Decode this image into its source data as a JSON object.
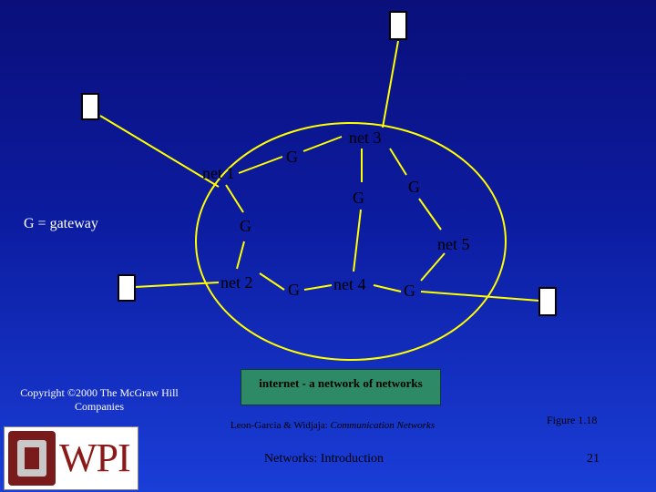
{
  "diagram": {
    "labels": {
      "net1": "net 1",
      "net2": "net 2",
      "net3": "net 3",
      "net4": "net 4",
      "net5": "net 5",
      "g1": "G",
      "g2": "G",
      "g3": "G",
      "g4": "G",
      "g5": "G",
      "g6": "G"
    }
  },
  "legend": "G = gateway",
  "copyright": "Copyright ©2000 The McGraw Hill Companies",
  "caption": "internet - a network of networks",
  "source": {
    "authors": "Leon-Garcia & Widjaja:",
    "title": "Communication Networks"
  },
  "figure_number": "Figure 1.18",
  "footer_title": "Networks: Introduction",
  "page_number": "21",
  "logo": {
    "text": "WPI"
  },
  "colors": {
    "background_top": "#0a0f7a",
    "background_bottom": "#1a3ed8",
    "link": "#ffff00",
    "host": "#ffffff",
    "caption_box": "#2e8a66"
  }
}
